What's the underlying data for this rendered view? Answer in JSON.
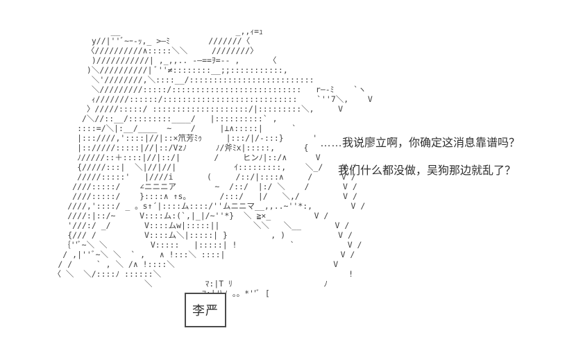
{
  "dialogue": {
    "line1": "……我说廖立啊，你确定这消息靠谱吗？",
    "line2": "我们什么都没做，吴狗那边就乱了？"
  },
  "name_box": {
    "label": "李严"
  },
  "colors": {
    "background": "#ffffff",
    "art": "#3f3f3f",
    "text": "#2e2e2e"
  },
  "ascii_art": {
    "lines": [
      "                   __                        _,,ｨ=ｭ",
      "               y//|''ﾞ~ｰ-ｯ,_ >―ﾐ        ///////〈",
      "              〈//////////∧:::::＼＼     ////////〉",
      "               )///////////| ,_,,.. -―==ｦ=-- ,      〈",
      "              )＼//////////| ﾞ''≠::::::::__;;:::::::::::,",
      "               ＼'////////,＼::::__/::::::::::::::::::::::::::",
      "               ＼/////////:::::/:::::::::::::::::::::::::::   r―-ﾐ    `ヽ",
      "               ｨ///////::::::/::::::::::::::::::::::::::::    `''7＼,    V",
      "              〉/////:::::/ ::::::::::::::::::::/|:::::::::＼,     V",
      "             /＼//::__/:::::::::____/   |::::::::::` ,",
      "            ::::=/＼|:__/____  ~    /     |⊥∧:::::|      `",
      "            |:::////,'::::|//|::×笊芳ﾐｩ     |:::/|/-:::}      '",
      "            |:://///:::::|//|::/Vzﾉ      ﾉ/斧ﾐx|:::::,      {",
      "            ﾉ/////::＋::::|//|::/|       /     ヒンﾉ|::/∧      V",
      "            {/////:::|  ＼|//|//|            ｲ:::::::::,    ＼_/    V /",
      "            /////:::::'   |////i       (     /::/|::::∧     /      V /",
      "           ////:::::/    ∠ニニニア        ~  /::/  |:/ ＼    /       V /",
      "           ////:::::/    }::::∧ ↑s。      /:::/   |/   ＼,/         V /",
      "          ////,'::::/ _ 。s↑´|::::ム::::/''ムニニマ__,,..~''*:,        V /",
      "          ////:|::/~     V::::ム:(`,|_|/~''*}  ＼ ≧×_         V /",
      "          '///:/ _/       V::::ムw|:::::||       ＼＼   ＼__       V /",
      "          {/// /          V::::ム＼|:::::| }         , )           V /",
      "         ｛''ﾞ~＼ ＼         V:::::   |:::::| !           `           V /",
      "         / ,|''ﾞ~＼ ＼  ` ,   ∧ !:::＼ ::::|                        V /",
      "        / /     ` , ＼ /∧ !::::＼                                 V",
      "       〈 ＼  ＼/::::ﾉ ::::::＼                                       !",
      "                          ＼           ﾏ:|T ﾘ                   ﾉ",
      "                                      ﾏ:|八ﾉ 。。*''ﾞ ["
    ]
  }
}
